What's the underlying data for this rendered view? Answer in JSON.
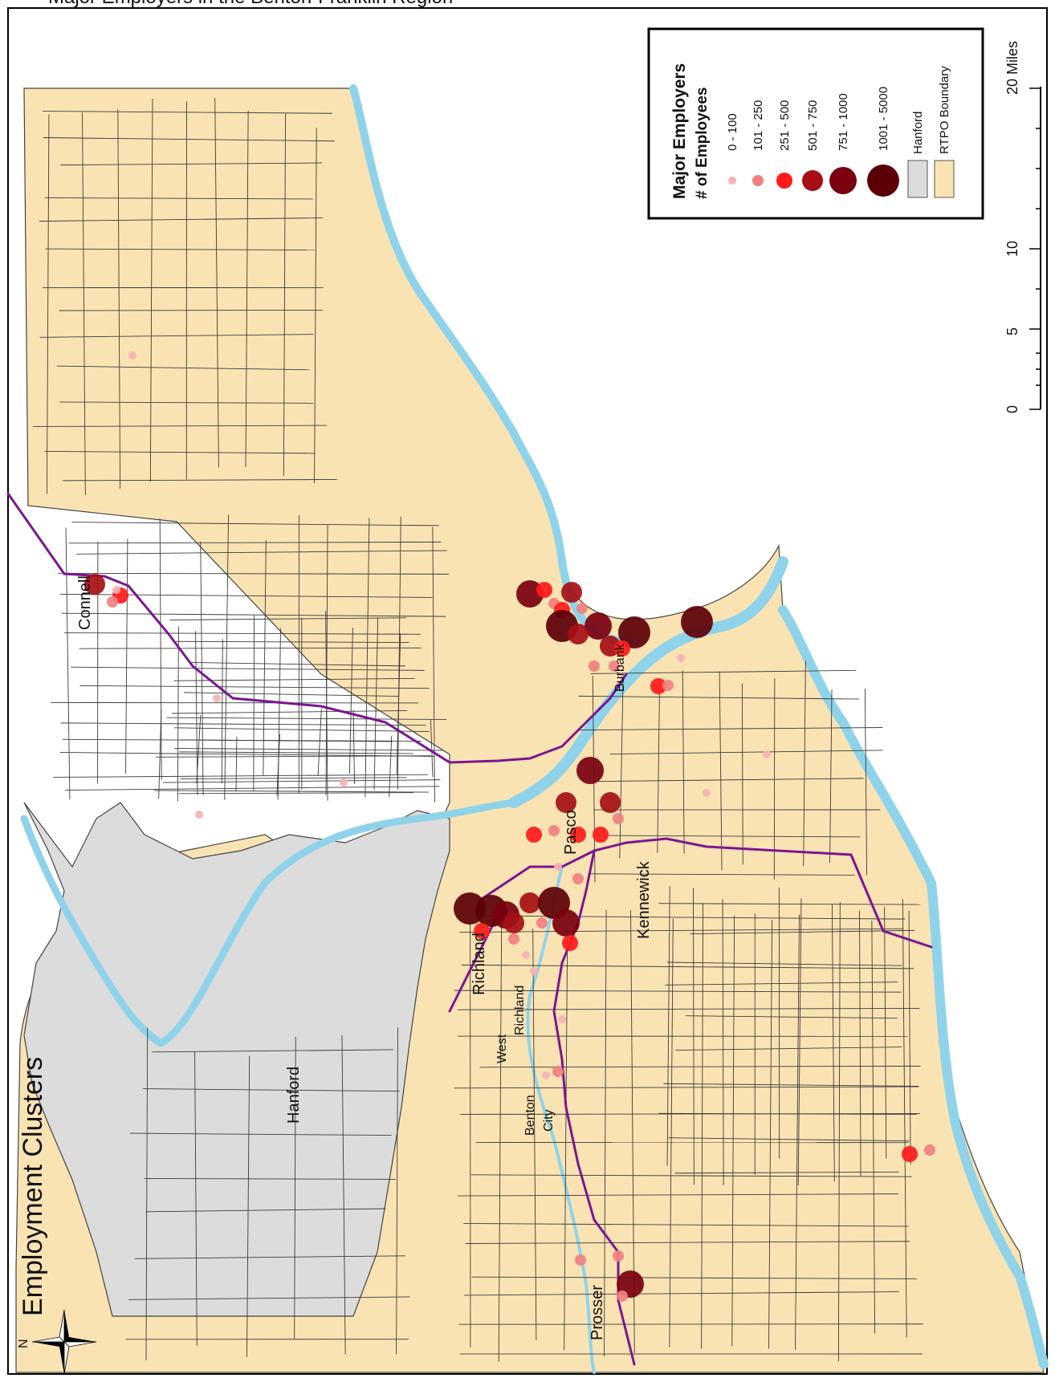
{
  "header": {
    "text": "Major Employers in the Benton-Franklin Region"
  },
  "title": "Employment Clusters",
  "compass": {
    "letter": "N"
  },
  "places": {
    "connell": "Connell",
    "burbank": "Burbank",
    "pasco": "Pasco",
    "kennewick": "Kennewick",
    "richland": "Richland",
    "west": "West",
    "west_richland": "Richland",
    "benton": "Benton",
    "city": "City",
    "prosser": "Prosser",
    "hanford": "Hanford"
  },
  "legend": {
    "title": "Major Employers",
    "subtitle": "# of Employees",
    "classes": [
      {
        "label": "0 - 100",
        "color": "#f6b2b6"
      },
      {
        "label": "101 - 250",
        "color": "#f08080"
      },
      {
        "label": "251 - 500",
        "color": "#ff1a1a"
      },
      {
        "label": "501 - 750",
        "color": "#a50f15"
      },
      {
        "label": "751 - 1000",
        "color": "#7a0010"
      },
      {
        "label": "1001 - 5000",
        "color": "#5c0008"
      }
    ],
    "areas": [
      {
        "label": "Hanford",
        "color": "#dcdcdc"
      },
      {
        "label": "RTPO Boundary",
        "color": "#fae3b3"
      }
    ]
  },
  "scale": {
    "ticks": [
      "0",
      "5",
      "10",
      "20 Miles"
    ]
  },
  "colors": {
    "land": "#fae3b3",
    "water": "#8fd3ea",
    "hanford": "#dcdcdc",
    "highway": "#7b1690",
    "roads": "#3b3b3b"
  }
}
